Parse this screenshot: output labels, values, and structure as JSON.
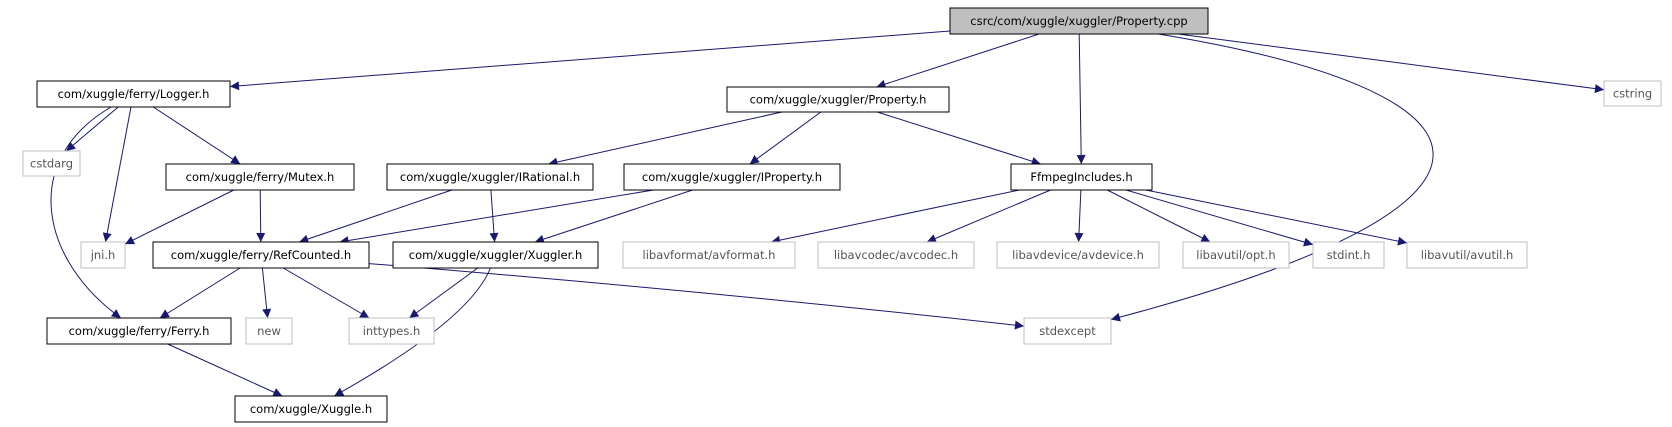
{
  "graph": {
    "root_fill": "#bfbfbf",
    "edge_color": "#191970",
    "local_border": "#000000",
    "system_border": "#bfbfbf",
    "system_text": "#555555",
    "nodes": [
      {
        "id": "property_cpp",
        "label": "csrc/com/xuggle/xuggler/Property.cpp",
        "kind": "root"
      },
      {
        "id": "logger_h",
        "label": "com/xuggle/ferry/Logger.h",
        "kind": "local"
      },
      {
        "id": "property_h",
        "label": "com/xuggle/xuggler/Property.h",
        "kind": "local"
      },
      {
        "id": "cstring",
        "label": "cstring",
        "kind": "system"
      },
      {
        "id": "cstdarg",
        "label": "cstdarg",
        "kind": "system"
      },
      {
        "id": "mutex_h",
        "label": "com/xuggle/ferry/Mutex.h",
        "kind": "local"
      },
      {
        "id": "irational_h",
        "label": "com/xuggle/xuggler/IRational.h",
        "kind": "local"
      },
      {
        "id": "iproperty_h",
        "label": "com/xuggle/xuggler/IProperty.h",
        "kind": "local"
      },
      {
        "id": "ffmpeg_h",
        "label": "FfmpegIncludes.h",
        "kind": "local"
      },
      {
        "id": "jni_h",
        "label": "jni.h",
        "kind": "system"
      },
      {
        "id": "refcounted_h",
        "label": "com/xuggle/ferry/RefCounted.h",
        "kind": "local"
      },
      {
        "id": "xuggler_h",
        "label": "com/xuggle/xuggler/Xuggler.h",
        "kind": "local"
      },
      {
        "id": "avformat_h",
        "label": "libavformat/avformat.h",
        "kind": "system"
      },
      {
        "id": "avcodec_h",
        "label": "libavcodec/avcodec.h",
        "kind": "system"
      },
      {
        "id": "avdevice_h",
        "label": "libavdevice/avdevice.h",
        "kind": "system"
      },
      {
        "id": "opt_h",
        "label": "libavutil/opt.h",
        "kind": "system"
      },
      {
        "id": "stdint_h",
        "label": "stdint.h",
        "kind": "system"
      },
      {
        "id": "avutil_h",
        "label": "libavutil/avutil.h",
        "kind": "system"
      },
      {
        "id": "ferry_h",
        "label": "com/xuggle/ferry/Ferry.h",
        "kind": "local"
      },
      {
        "id": "new",
        "label": "new",
        "kind": "system"
      },
      {
        "id": "inttypes_h",
        "label": "inttypes.h",
        "kind": "system"
      },
      {
        "id": "stdexcept",
        "label": "stdexcept",
        "kind": "system"
      },
      {
        "id": "xuggle_h",
        "label": "com/xuggle/Xuggle.h",
        "kind": "local"
      }
    ],
    "edges": [
      {
        "from": "property_cpp",
        "to": "logger_h"
      },
      {
        "from": "property_cpp",
        "to": "property_h"
      },
      {
        "from": "property_cpp",
        "to": "ffmpeg_h"
      },
      {
        "from": "property_cpp",
        "to": "stdexcept"
      },
      {
        "from": "property_cpp",
        "to": "cstring"
      },
      {
        "from": "logger_h",
        "to": "cstdarg"
      },
      {
        "from": "logger_h",
        "to": "jni_h"
      },
      {
        "from": "logger_h",
        "to": "mutex_h"
      },
      {
        "from": "logger_h",
        "to": "ferry_h"
      },
      {
        "from": "mutex_h",
        "to": "jni_h"
      },
      {
        "from": "mutex_h",
        "to": "refcounted_h"
      },
      {
        "from": "property_h",
        "to": "irational_h"
      },
      {
        "from": "property_h",
        "to": "iproperty_h"
      },
      {
        "from": "property_h",
        "to": "ffmpeg_h"
      },
      {
        "from": "irational_h",
        "to": "refcounted_h"
      },
      {
        "from": "irational_h",
        "to": "xuggler_h"
      },
      {
        "from": "iproperty_h",
        "to": "refcounted_h"
      },
      {
        "from": "iproperty_h",
        "to": "xuggler_h"
      },
      {
        "from": "ffmpeg_h",
        "to": "avformat_h"
      },
      {
        "from": "ffmpeg_h",
        "to": "avcodec_h"
      },
      {
        "from": "ffmpeg_h",
        "to": "avdevice_h"
      },
      {
        "from": "ffmpeg_h",
        "to": "opt_h"
      },
      {
        "from": "ffmpeg_h",
        "to": "stdint_h"
      },
      {
        "from": "ffmpeg_h",
        "to": "avutil_h"
      },
      {
        "from": "refcounted_h",
        "to": "ferry_h"
      },
      {
        "from": "refcounted_h",
        "to": "new"
      },
      {
        "from": "refcounted_h",
        "to": "inttypes_h"
      },
      {
        "from": "refcounted_h",
        "to": "stdexcept"
      },
      {
        "from": "xuggler_h",
        "to": "inttypes_h"
      },
      {
        "from": "xuggler_h",
        "to": "xuggle_h"
      },
      {
        "from": "ferry_h",
        "to": "xuggle_h"
      }
    ]
  }
}
